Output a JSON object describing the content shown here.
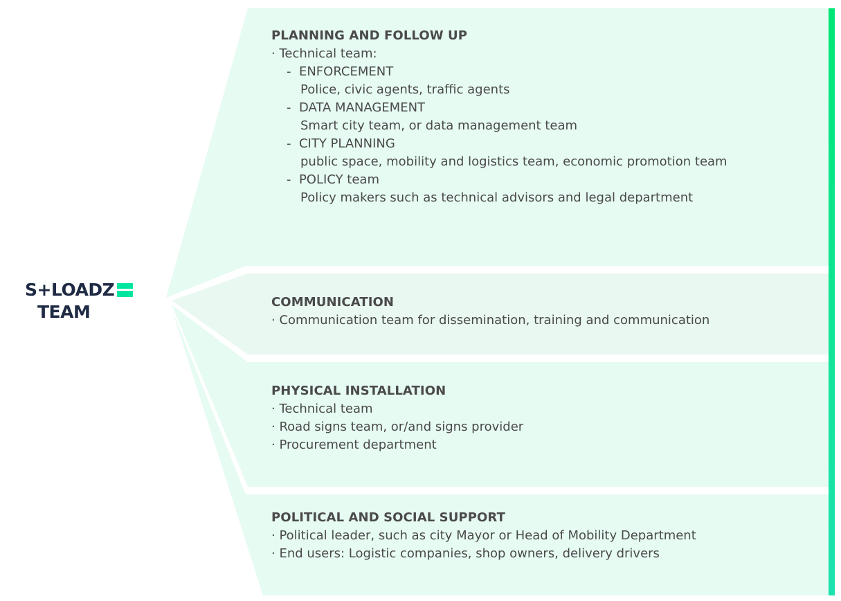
{
  "logo": {
    "line1": "S+LOADZ",
    "line2": "TEAM"
  },
  "colors": {
    "panel_light": "#e6fbf2",
    "panel_mid": "#e9f8f1",
    "accent_top": "#00e676",
    "accent_bottom": "#1de2b0",
    "logo_text": "#1f2a44",
    "logo_mark": "#00e5a0"
  },
  "sections": [
    {
      "title": "PLANNING AND FOLLOW UP",
      "bullet": "Technical team:",
      "items": [
        {
          "label": "ENFORCEMENT",
          "desc": "Police, civic agents, traffic agents"
        },
        {
          "label": "DATA MANAGEMENT",
          "desc": "Smart city team, or data management team"
        },
        {
          "label": "CITY PLANNING",
          "desc": "public space, mobility and logistics team, economic promotion team"
        },
        {
          "label": "POLICY team",
          "desc": "Policy makers such as technical advisors and legal department"
        }
      ]
    },
    {
      "title": "COMMUNICATION",
      "bullets": [
        "Communication team for dissemination, training and communication"
      ]
    },
    {
      "title": "PHYSICAL INSTALLATION",
      "bullets": [
        "Technical team",
        "Road signs team, or/and signs provider",
        "Procurement department"
      ]
    },
    {
      "title": "POLITICAL AND SOCIAL SUPPORT",
      "bullets": [
        "Political leader, such as city Mayor or Head of Mobility Department",
        "End users: Logistic companies, shop owners, delivery drivers"
      ]
    }
  ]
}
